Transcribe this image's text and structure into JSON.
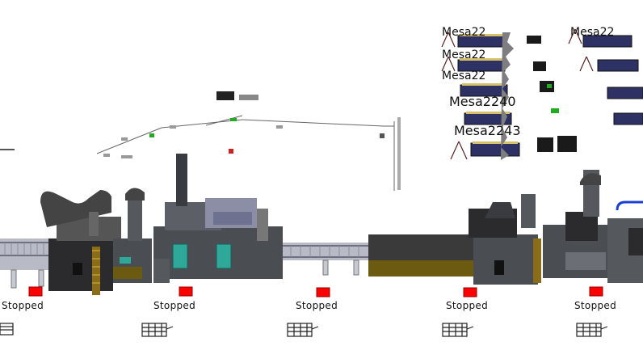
{
  "station_status": [
    "Stopped",
    "Stopped",
    "Stopped",
    "Stopped",
    "Stopped"
  ],
  "tables": [
    "Mesa22",
    "Mesa22",
    "Mesa22",
    "Mesa22",
    "Mesa2240",
    "Mesa2243"
  ],
  "colors": {
    "stopped_indicator": "#ff0000",
    "machine_body": "#4a4d52",
    "machine_dark": "#2b2b2e",
    "conveyor": "#b5b8c4",
    "oven_band": "#6b5a10",
    "hood": "#8c8ea6",
    "window": "#2fa89a",
    "table_top": "#3a3f8c"
  },
  "icons": [
    "grid-icon",
    "conveyor-icon",
    "table-icon",
    "robot-icon",
    "status-indicator-icon"
  ]
}
